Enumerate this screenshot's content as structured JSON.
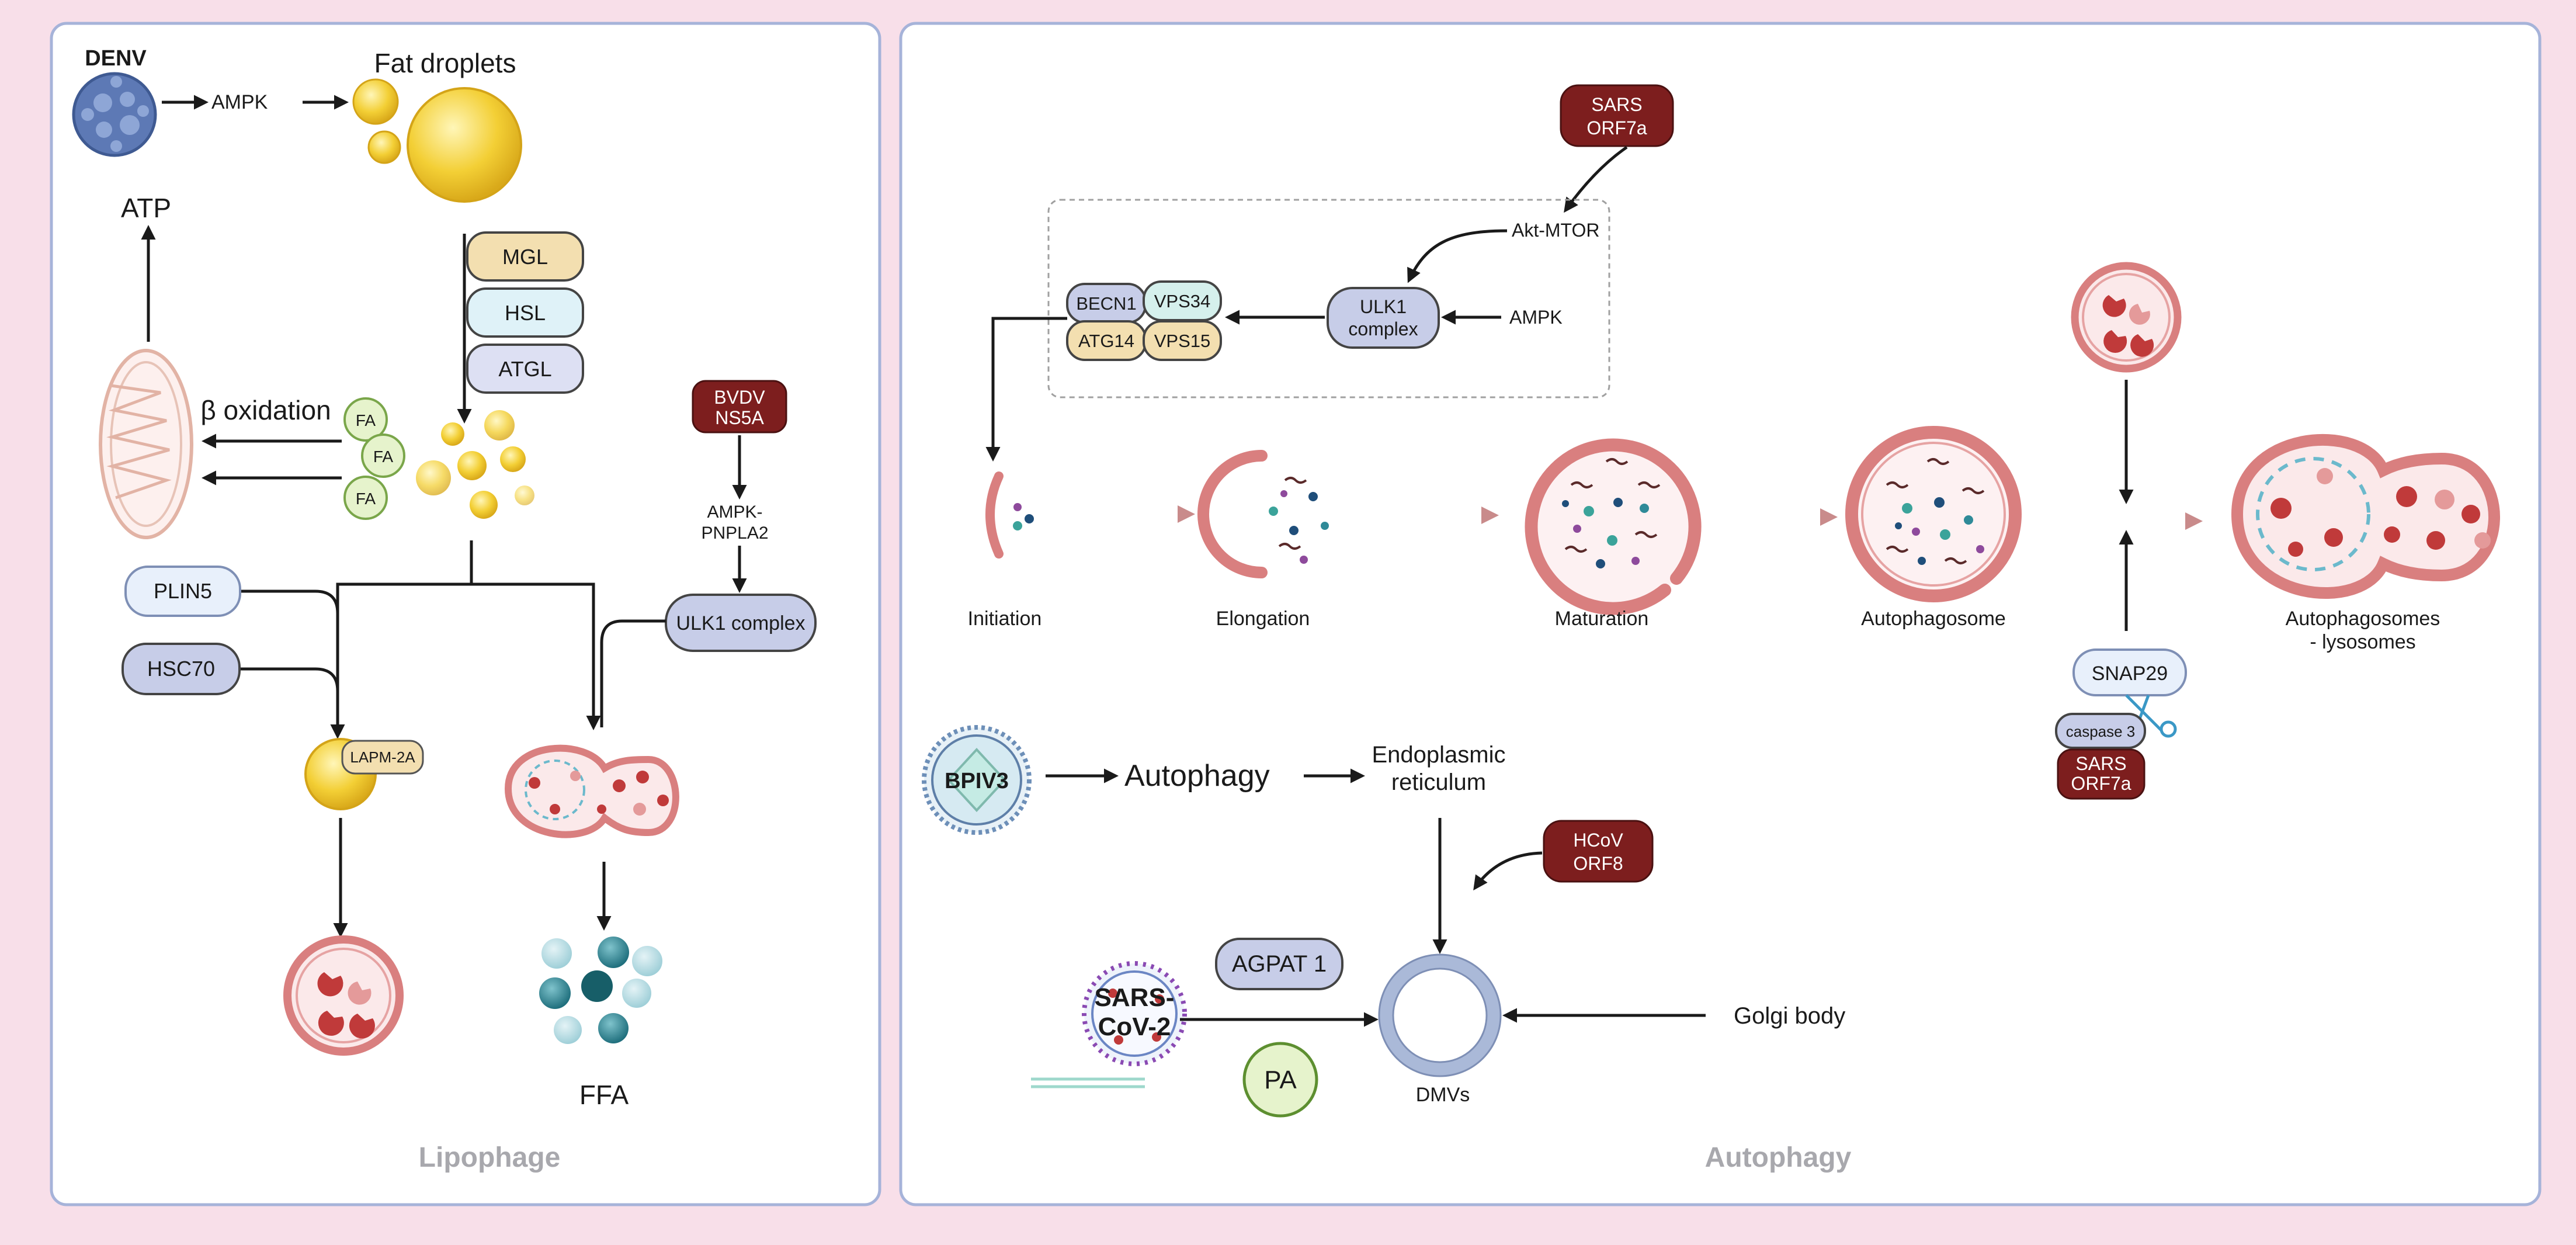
{
  "colors": {
    "background": "#f8dfe9",
    "panel_fill": "#ffffff",
    "panel_border": "#a6b3d9",
    "dark_red": "#7d1e1e",
    "membrane": "#d97f7f",
    "lumen": "#fbe9ea",
    "droplet_yellow": "#f3cf35",
    "fa_green": "#e6f3cc",
    "ffa_teal": "#2f8a98",
    "dmv_blue": "#aab9d8"
  },
  "lipophage": {
    "title": "Lipophage",
    "denv": "DENV",
    "ampk": "AMPK",
    "fat_droplets": "Fat droplets",
    "atp": "ATP",
    "beta_oxidation": "β oxidation",
    "fa": [
      "FA",
      "FA",
      "FA"
    ],
    "mgl": "MGL",
    "hsl": "HSL",
    "atgl": "ATGL",
    "bvdv_line1": "BVDV",
    "bvdv_line2": "NS5A",
    "ampk_pnpla2_line1": "AMPK-",
    "ampk_pnpla2_line2": "PNPLA2",
    "ulk1_complex": "ULK1 complex",
    "plin5": "PLIN5",
    "hsc70": "HSC70",
    "lapm2a": "LAPM-2A",
    "ffa": "FFA"
  },
  "autophagy": {
    "title": "Autophagy",
    "sars_orf7a_line1": "SARS",
    "sars_orf7a_line2": "ORF7a",
    "akt_mtor": "Akt-MTOR",
    "ulk1_line1": "ULK1",
    "ulk1_line2": "complex",
    "ampk": "AMPK",
    "becn1": "BECN1",
    "vps34": "VPS34",
    "atg14": "ATG14",
    "vps15": "VPS15",
    "stages": {
      "initiation": "Initiation",
      "elongation": "Elongation",
      "maturation": "Maturation",
      "autophagosome": "Autophagosome",
      "autolysosome_line1": "Autophagosomes",
      "autolysosome_line2": "- lysosomes"
    },
    "snap29": "SNAP29",
    "caspase3": "caspase 3",
    "sars_orf7a_b_line1": "SARS",
    "sars_orf7a_b_line2": "ORF7a",
    "bpiv3": "BPIV3",
    "autophagy_word": "Autophagy",
    "er_line1": "Endoplasmic",
    "er_line2": "reticulum",
    "hcov_line1": "HCoV",
    "hcov_line2": "ORF8",
    "agpat1": "AGPAT 1",
    "pa": "PA",
    "sars_cov2_line1": "SARS-",
    "sars_cov2_line2": "CoV-2",
    "golgi": "Golgi body",
    "dmvs": "DMVs"
  }
}
